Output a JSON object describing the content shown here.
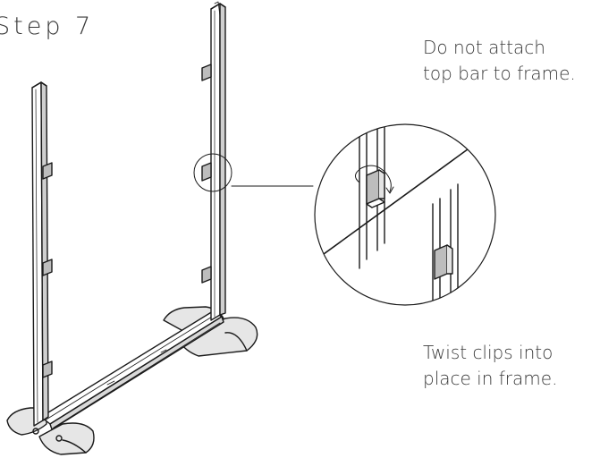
{
  "step_title": "Step 7",
  "notes": {
    "top_bar": [
      "Do not attach",
      "top bar to frame."
    ],
    "twist_clips": [
      "Twist clips into",
      "place in frame."
    ]
  },
  "colors": {
    "text": "#3a3a3a",
    "line": "#1a1a1a",
    "clip_fill": "#bdbdbd",
    "background": "#ffffff"
  }
}
